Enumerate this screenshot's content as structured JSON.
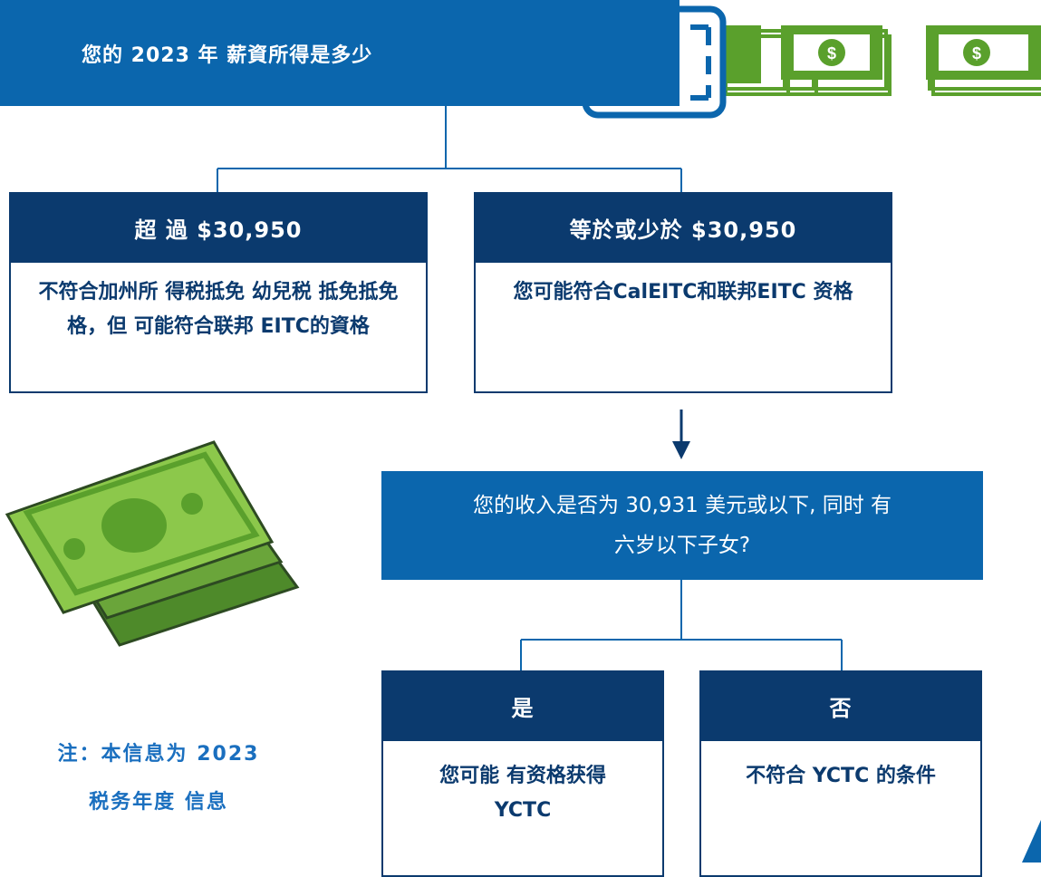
{
  "top": {
    "question": "您的 2023 年 薪資所得是多少"
  },
  "left_branch": {
    "header": "超 過 $30,950",
    "body": "不符合加州所 得税抵免 幼兒税 抵免抵免格，但 可能符合联邦 EITC的資格"
  },
  "right_branch": {
    "header": "等於或少於 $30,950",
    "body": "您可能符合CalEITC和联邦EITC 资格"
  },
  "second_question": "您的收入是否为 30,931 美元或以下, 同时 有六岁以下子女?",
  "yes_branch": {
    "header": "是",
    "body": "您可能 有资格获得 YCTC"
  },
  "no_branch": {
    "header": "否",
    "body": "不符合 YCTC 的条件"
  },
  "note": "注：本信息为 2023税务年度 信息",
  "bill_symbol": "$",
  "colors": {
    "primary": "#0b66ad",
    "dark": "#0b3a6e",
    "money": "#5aa02c",
    "money_light": "#8cc84b"
  }
}
